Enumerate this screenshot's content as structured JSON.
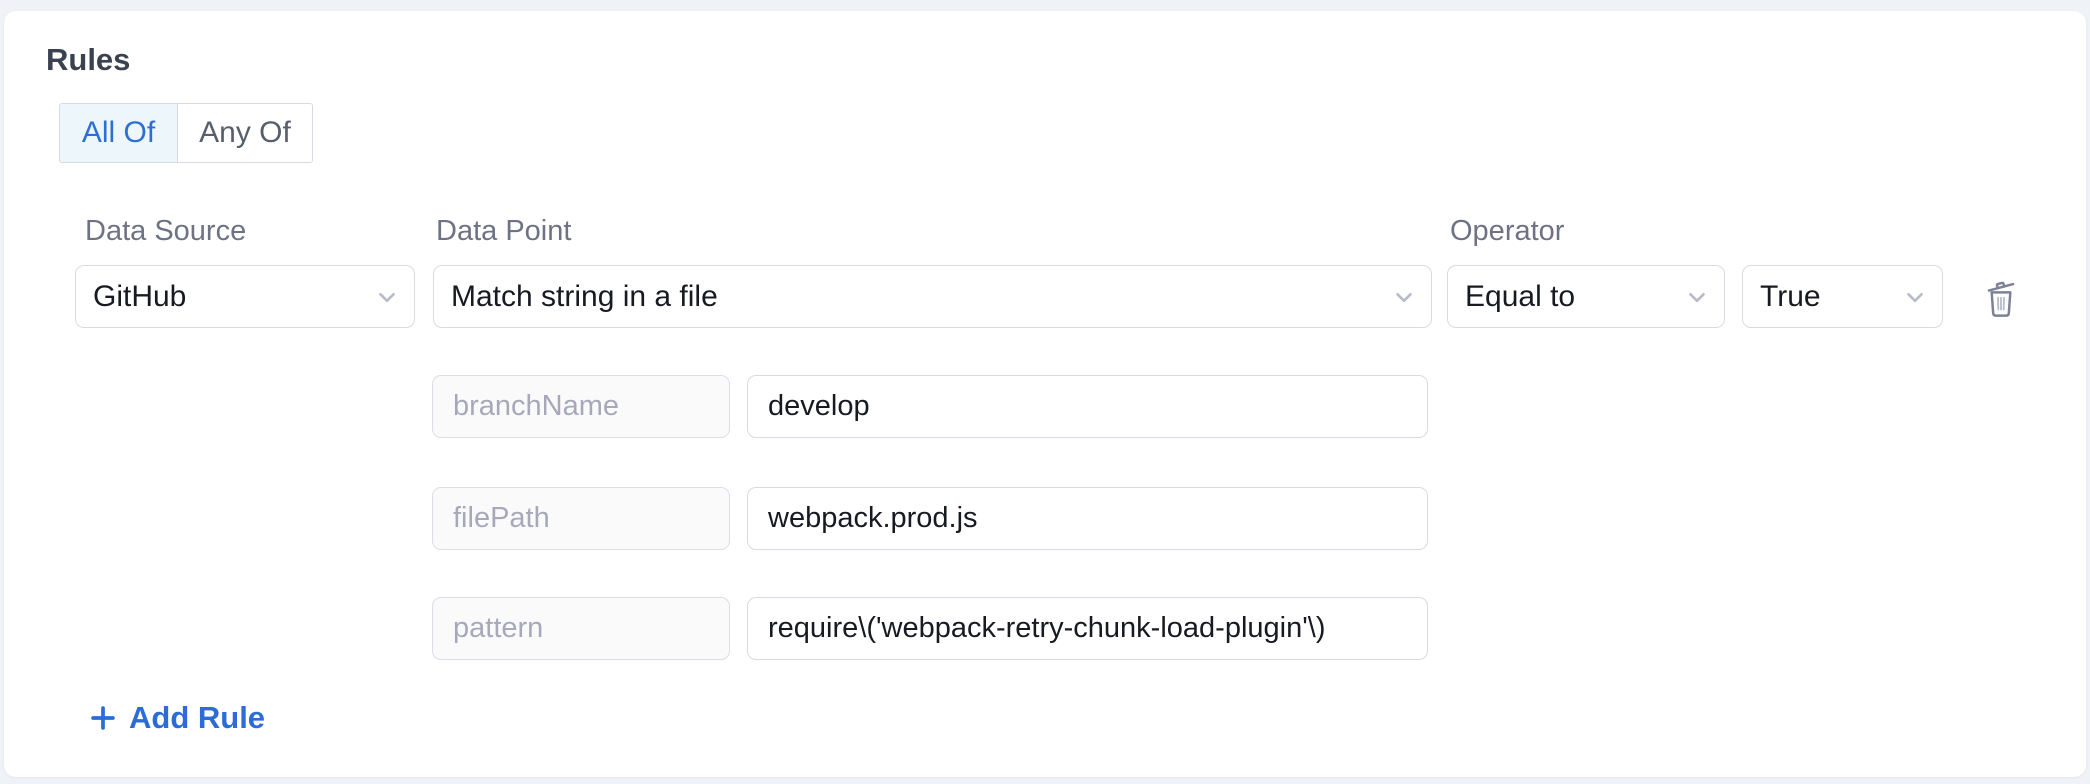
{
  "colors": {
    "page_bg": "#eff2f7",
    "card_bg": "#ffffff",
    "accent_blue": "#2e6fd4",
    "label_grey": "#6d7383",
    "value_text": "#181a22",
    "field_border": "#d9dae6",
    "segment_selected_bg": "#ecf6fb",
    "placeholder_grey": "#a7a9bb",
    "trash_grey": "#7d8296"
  },
  "rules": {
    "heading": "Rules",
    "match_options": [
      {
        "label": "All Of",
        "selected": true
      },
      {
        "label": "Any Of",
        "selected": false
      }
    ]
  },
  "rule": {
    "data_source": {
      "label": "Data Source",
      "value": "GitHub"
    },
    "data_point": {
      "label": "Data Point",
      "value": "Match string in a file"
    },
    "operator": {
      "label": "Operator",
      "value": "Equal to"
    },
    "operand": {
      "value": "True"
    },
    "params": [
      {
        "key": "branchName",
        "value": "develop"
      },
      {
        "key": "filePath",
        "value": "webpack.prod.js"
      },
      {
        "key": "pattern",
        "value": "require\\('webpack-retry-chunk-load-plugin'\\)"
      }
    ]
  },
  "actions": {
    "add_rule_label": "Add Rule"
  },
  "icons": {
    "chevron_down": "chevron-down-icon",
    "trash": "trash-icon",
    "plus": "plus-icon"
  }
}
